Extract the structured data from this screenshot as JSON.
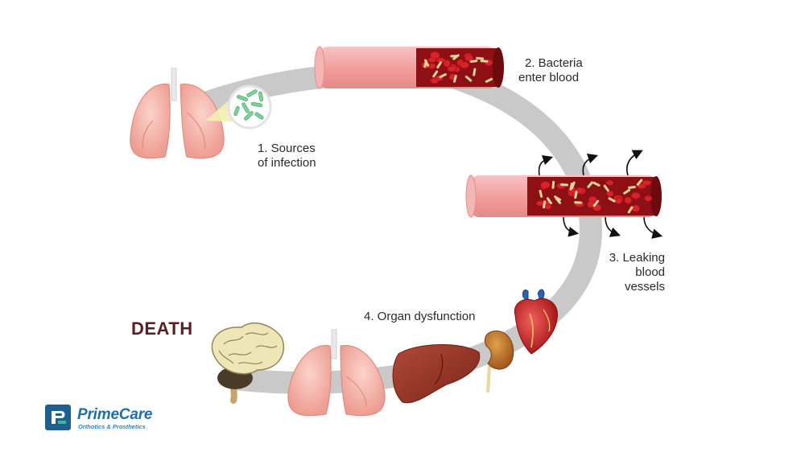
{
  "steps": {
    "s1": {
      "line1": "1. Sources",
      "line2": "of infection"
    },
    "s2": {
      "line1": "2. Bacteria",
      "line2": "enter blood"
    },
    "s3": {
      "line1": "3. Leaking",
      "line2": "blood",
      "line3": "vessels"
    },
    "s4": {
      "line1": "4. Organ dysfunction"
    }
  },
  "outcome": "DEATH",
  "logo": {
    "name": "PrimeCare",
    "tagline": "Orthotics & Prosthetics"
  },
  "colors": {
    "arc": "#c9c9c9",
    "vessel_outer": "#f2a5a5",
    "vessel_inner": "#8e0f14",
    "cell": "#d8232a",
    "bacteria": "#e2d39a",
    "lung": "#f4b3a8",
    "brand": "#1f6fa5"
  }
}
